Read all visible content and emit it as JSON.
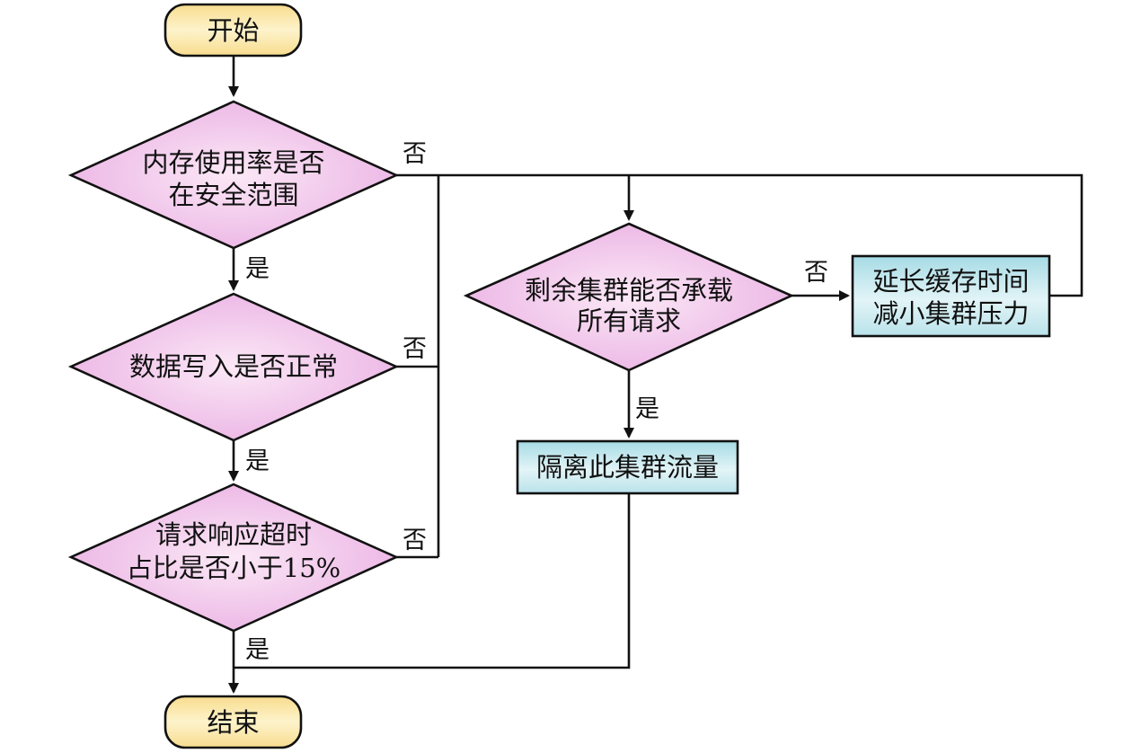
{
  "colors": {
    "terminal_fill_top": "#fbe6a6",
    "terminal_fill_mid": "#fdf2c8",
    "decision_fill_edge": "#ecb6e6",
    "decision_fill_center": "#fbe6f6",
    "process_fill_top": "#a8dde6",
    "process_fill_mid": "#dff2f6",
    "stroke": "#111111"
  },
  "nodes": {
    "start": {
      "label": "开始"
    },
    "decision_memory": {
      "lines": [
        "内存使用率是否",
        "在安全范围"
      ]
    },
    "decision_write": {
      "lines": [
        "数据写入是否正常"
      ]
    },
    "decision_timeout": {
      "lines": [
        "请求响应超时",
        "占比是否小于15%"
      ]
    },
    "decision_capacity": {
      "lines": [
        "剩余集群能否承载",
        "所有请求"
      ]
    },
    "process_extend": {
      "lines": [
        "延长缓存时间",
        "减小集群压力"
      ]
    },
    "process_isolate": {
      "lines": [
        "隔离此集群流量"
      ]
    },
    "end": {
      "label": "结束"
    }
  },
  "edge_labels": {
    "memory_yes": "是",
    "memory_no": "否",
    "write_yes": "是",
    "write_no": "否",
    "timeout_yes": "是",
    "timeout_no": "否",
    "capacity_yes": "是",
    "capacity_no": "否"
  }
}
